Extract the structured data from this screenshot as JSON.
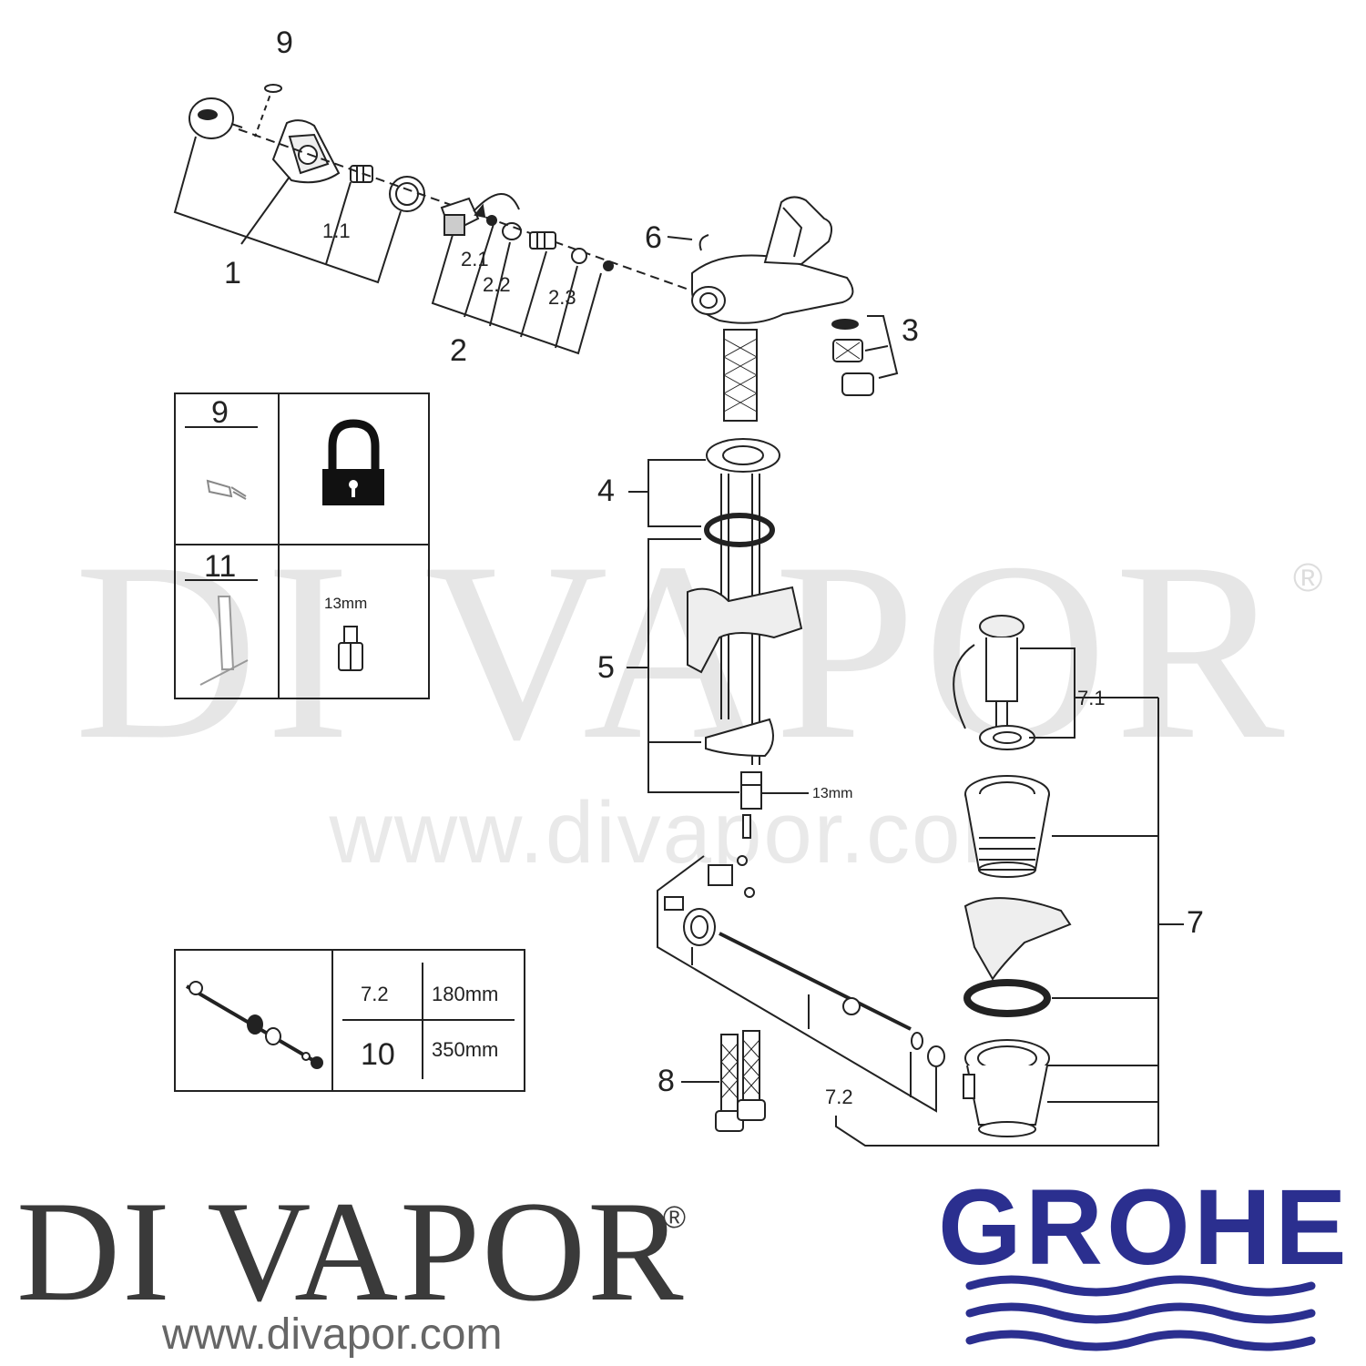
{
  "watermark": {
    "text": "DI VAPOR",
    "registered": "®",
    "url": "www.divapor.com"
  },
  "brand": {
    "name": "DI VAPOR",
    "registered": "®",
    "url": "www.divapor.com"
  },
  "grohe_logo": {
    "text": "GROHE",
    "color": "#2b2f8f"
  },
  "part_labels": {
    "p1": "1",
    "p1_1": "1.1",
    "p2": "2",
    "p2_1": "2.1",
    "p2_2": "2.2",
    "p2_3": "2.3",
    "p3": "3",
    "p4": "4",
    "p5": "5",
    "p6": "6",
    "p7": "7",
    "p7_1": "7.1",
    "p7_2": "7.2",
    "p8": "8",
    "p9": "9",
    "size_13mm": "13mm"
  },
  "tool_box": {
    "cell_9": "9",
    "cell_11": "11",
    "size": "13mm",
    "lock_icon": "padlock-icon"
  },
  "rod_table": {
    "rows": [
      {
        "code": "7.2",
        "length": "180mm"
      },
      {
        "code": "10",
        "length": "350mm"
      }
    ]
  }
}
